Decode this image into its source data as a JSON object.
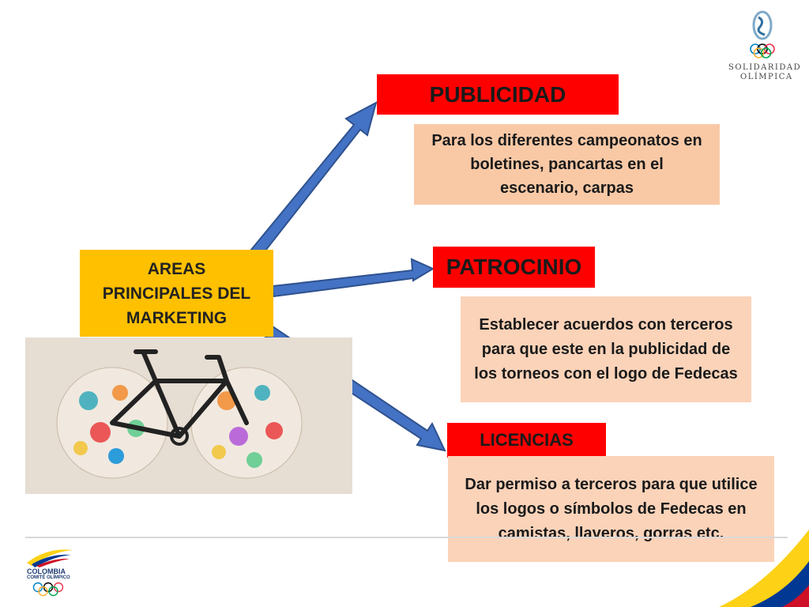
{
  "brand": {
    "top_right_line1": "SOLIDARIDAD",
    "top_right_line2": "OLÍMPICA",
    "bottom_left_line1": "COLOMBIA",
    "bottom_left_line2": "COMITÉ OLÍMPICO"
  },
  "center": {
    "label": "AREAS PRINCIPALES DEL MARKETING"
  },
  "branches": [
    {
      "title": "PUBLICIDAD",
      "description": "Para los diferentes campeonatos en boletines, pancartas en el escenario, carpas"
    },
    {
      "title": "PATROCINIO",
      "description": "Establecer acuerdos con terceros para que este en la publicidad de los torneos con el logo de Fedecas"
    },
    {
      "title": "LICENCIAS",
      "description": "Dar permiso a terceros para que utilice los logos o símbolos de Fedecas en camistas, llaveros, gorras etc."
    }
  ],
  "colors": {
    "title_box": "#ff0000",
    "description_box": "#f9c9a6",
    "center_box": "#ffc000",
    "arrow_fill": "#4472c4",
    "arrow_stroke": "#2f528f",
    "olympic_blue": "#0081c8",
    "olympic_yellow": "#fcb131",
    "olympic_black": "#000000",
    "olympic_green": "#00a651",
    "olympic_red": "#ee334e"
  },
  "image": {
    "icon": "bicycle-illustration"
  }
}
